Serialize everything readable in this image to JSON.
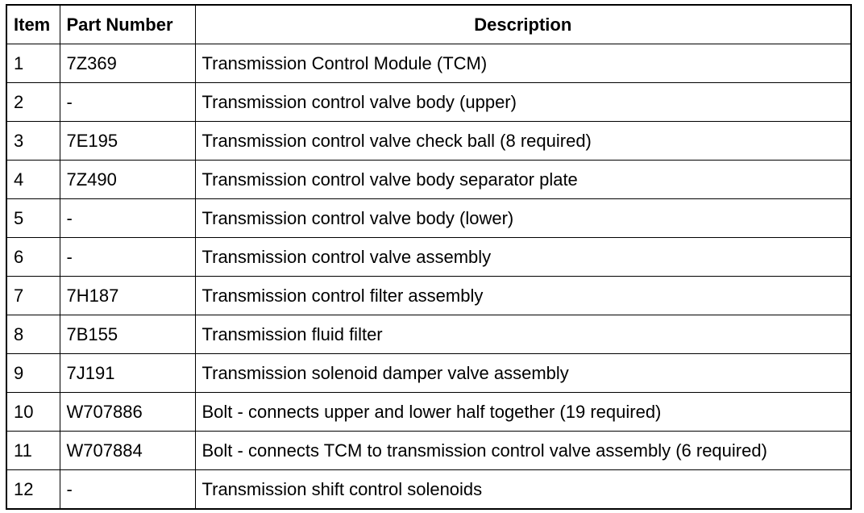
{
  "table": {
    "headers": {
      "item": "Item",
      "part_number": "Part Number",
      "description": "Description"
    },
    "rows": [
      {
        "item": "1",
        "part_number": "7Z369",
        "description": "Transmission Control Module (TCM)"
      },
      {
        "item": "2",
        "part_number": "-",
        "description": "Transmission control valve body (upper)"
      },
      {
        "item": "3",
        "part_number": "7E195",
        "description": "Transmission control valve check ball (8 required)"
      },
      {
        "item": "4",
        "part_number": "7Z490",
        "description": "Transmission control valve body separator plate"
      },
      {
        "item": "5",
        "part_number": "-",
        "description": "Transmission control valve body (lower)"
      },
      {
        "item": "6",
        "part_number": "-",
        "description": "Transmission control valve assembly"
      },
      {
        "item": "7",
        "part_number": "7H187",
        "description": "Transmission control filter assembly"
      },
      {
        "item": "8",
        "part_number": "7B155",
        "description": "Transmission fluid filter"
      },
      {
        "item": "9",
        "part_number": "7J191",
        "description": "Transmission solenoid damper valve assembly"
      },
      {
        "item": "10",
        "part_number": "W707886",
        "description": "Bolt - connects upper and lower half together (19 required)"
      },
      {
        "item": "11",
        "part_number": "W707884",
        "description": "Bolt - connects TCM to transmission control valve assembly (6 required)"
      },
      {
        "item": "12",
        "part_number": "-",
        "description": "Transmission shift control solenoids"
      }
    ]
  }
}
